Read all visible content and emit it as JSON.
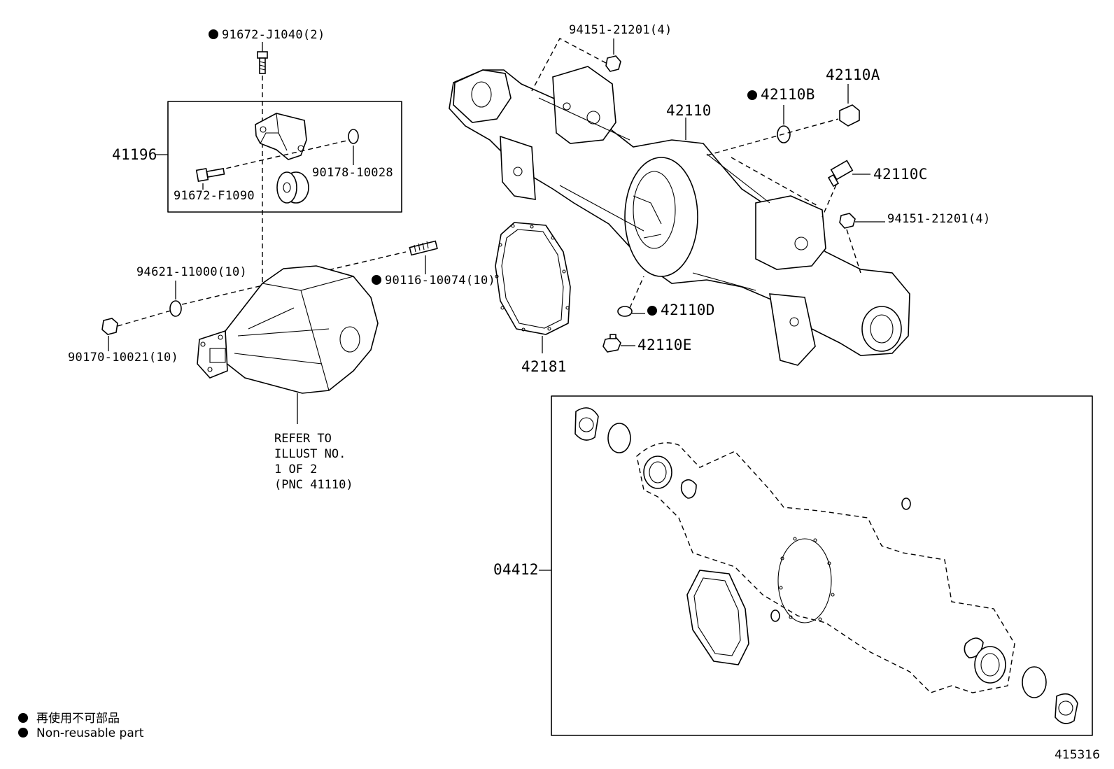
{
  "parts": {
    "p41196": "41196",
    "p91672_j1040": "91672-J1040(2)",
    "p91672_f1090": "91672-F1090",
    "p90178_10028": "90178-10028",
    "p94621_11000": "94621-11000(10)",
    "p90116_10074": "90116-10074(10)",
    "p90170_10021": "90170-10021(10)",
    "p94151_21201_top": "94151-21201(4)",
    "p94151_21201_right": "94151-21201(4)",
    "p42110": "42110",
    "p42110A": "42110A",
    "p42110B": "42110B",
    "p42110C": "42110C",
    "p42110D": "42110D",
    "p42110E": "42110E",
    "p42181": "42181",
    "p04412": "04412"
  },
  "reference_note": {
    "line1": "REFER TO",
    "line2": "ILLUST NO.",
    "line3": "1 OF 2",
    "line4": "(PNC 41110)"
  },
  "legend": {
    "line1": "再使用不可部品",
    "line2": "Non-reusable part"
  },
  "illustration_number": "415316"
}
